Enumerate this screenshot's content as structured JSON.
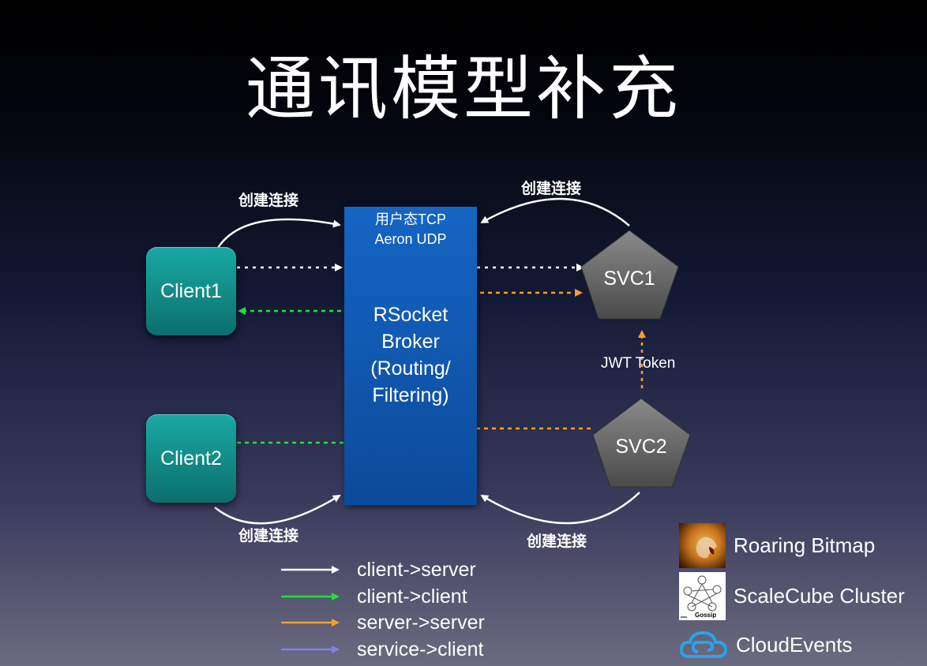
{
  "title": "通讯模型补充",
  "clients": [
    {
      "label": "Client1"
    },
    {
      "label": "Client2"
    }
  ],
  "broker": {
    "protocol_line1": "用户态TCP",
    "protocol_line2": "Aeron UDP",
    "name_lines": [
      "RSocket",
      "Broker",
      "(Routing/",
      "Filtering)"
    ]
  },
  "services": [
    {
      "label": "SVC1"
    },
    {
      "label": "SVC2"
    }
  ],
  "connection_labels": [
    "创建连接",
    "创建连接",
    "创建连接",
    "创建连接"
  ],
  "jwt_label": "JWT Token",
  "legend": [
    {
      "label": "client->server",
      "color": "#ffffff"
    },
    {
      "label": "client->client",
      "color": "#22dd44"
    },
    {
      "label": "server->server",
      "color": "#f0a030"
    },
    {
      "label": "service->client",
      "color": "#8080ee"
    }
  ],
  "libraries": [
    {
      "label": "Roaring Bitmap",
      "icon": "lion-logo"
    },
    {
      "label": "ScaleCube Cluster",
      "icon": "gossip-diagram",
      "icon_caption": "Gossip"
    },
    {
      "label": "CloudEvents",
      "icon": "cloud-icon"
    }
  ],
  "colors": {
    "client_teal": "#138f8b",
    "broker_blue": "#1565c4",
    "service_gray": "#6e6e6e",
    "white_arrow": "#ffffff",
    "green_arrow": "#22dd44",
    "orange_arrow": "#f0a030",
    "purple_arrow": "#8080ee",
    "cloud_blue": "#2aa3e8"
  }
}
